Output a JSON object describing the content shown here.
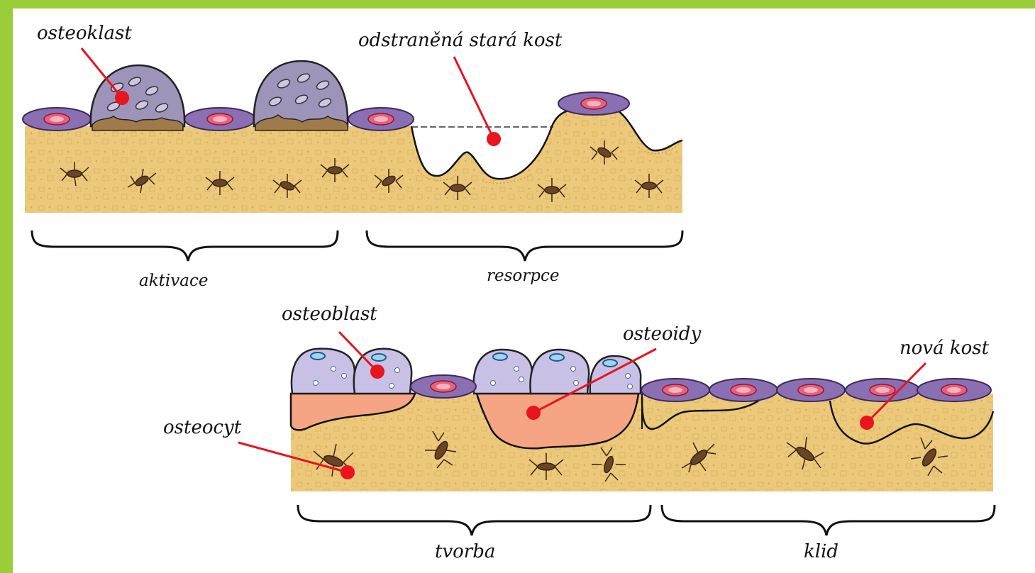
{
  "frame_color": "#9acd3a",
  "colors": {
    "bone": "#ecc97a",
    "bone_speckle": "#d9b160",
    "lining_cell": "#8a6fb3",
    "lining_nucleus": "#e8607a",
    "osteoclast": "#9e93b8",
    "osteoblast": "#c9c0e6",
    "osteoid": "#f5a583",
    "osteocyte": "#6b4428",
    "pointer": "#e8141e"
  },
  "labels": {
    "osteoklast": "osteoklast",
    "removed_bone": "odstraněná stará kost",
    "osteoblast": "osteoblast",
    "osteoidy": "osteoidy",
    "osteocyt": "osteocyt",
    "new_bone": "nová kost"
  },
  "phases": {
    "aktivace": "aktivace",
    "resorpce": "resorpce",
    "tvorba": "tvorba",
    "klid": "klid"
  }
}
